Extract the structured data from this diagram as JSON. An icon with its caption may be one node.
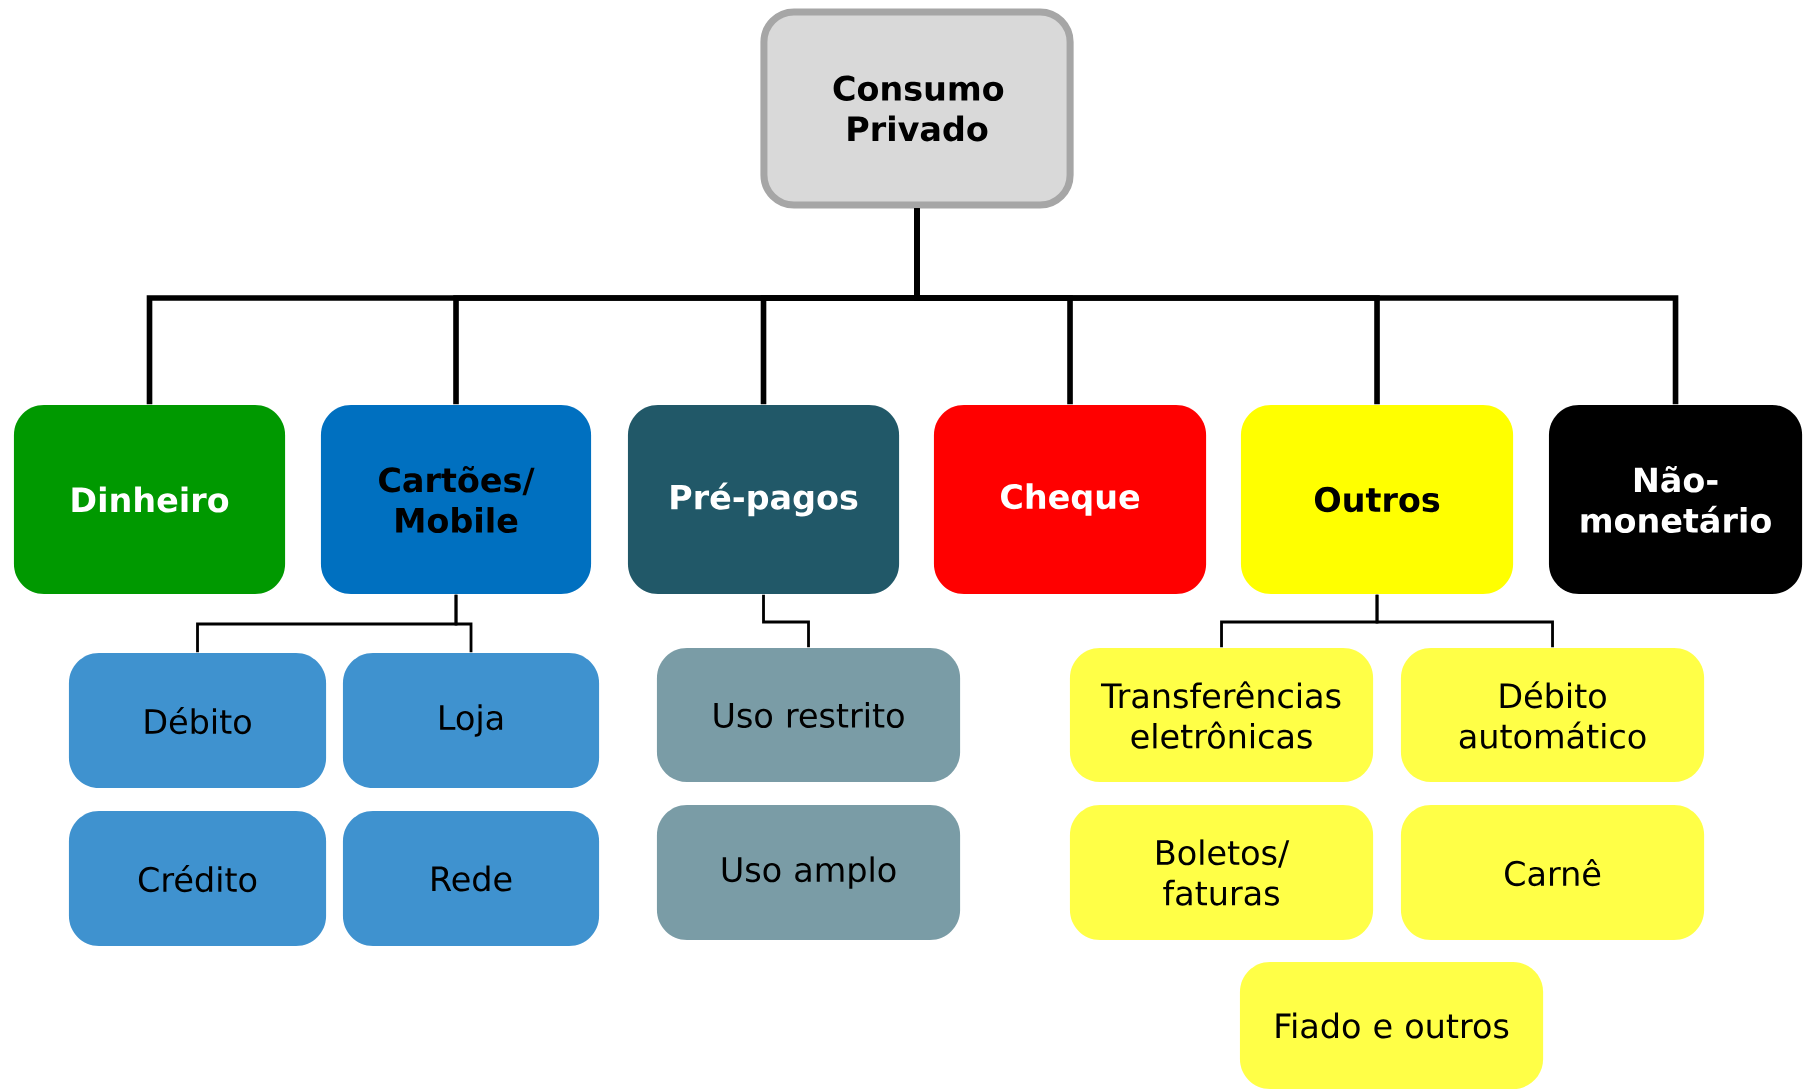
{
  "diagram": {
    "nodes": [
      {
        "text": [
          "Consumo Privado"
        ]
      },
      {
        "text": [
          "Dinheiro"
        ]
      },
      {
        "text": [
          "Cartões/ Mobile"
        ]
      },
      {
        "text": [
          "Pré-pagos"
        ]
      },
      {
        "text": [
          "Cheque"
        ]
      },
      {
        "text": [
          "Outros"
        ]
      },
      {
        "text": [
          "Não- monetário"
        ]
      },
      {
        "text": [
          "Débito"
        ]
      },
      {
        "text": [
          "Loja"
        ]
      },
      {
        "text": [
          "Crédito"
        ]
      },
      {
        "text": [
          "Rede"
        ]
      },
      {
        "text": [
          "Uso restrito"
        ]
      },
      {
        "text": [
          "Uso amplo"
        ]
      },
      {
        "text": [
          "Transferências eletrônicas"
        ]
      },
      {
        "text": [
          "Débito automático"
        ]
      },
      {
        "text": [
          "Boletos/ faturas"
        ]
      },
      {
        "text": [
          "Carnê"
        ]
      },
      {
        "text": [
          "Fiado e outros"
        ]
      }
    ],
    "edges": [
      {
        "from": 0,
        "to": 1,
        "arrow": "none"
      },
      {
        "from": 0,
        "to": 2,
        "arrow": "none"
      },
      {
        "from": 0,
        "to": 3,
        "arrow": "none"
      },
      {
        "from": 0,
        "to": 4,
        "arrow": "none"
      },
      {
        "from": 0,
        "to": 5,
        "arrow": "none"
      },
      {
        "from": 0,
        "to": 6,
        "arrow": "none"
      },
      {
        "from": 2,
        "to": 7,
        "arrow": "none"
      },
      {
        "from": 2,
        "to": 8,
        "arrow": "none"
      },
      {
        "from": 3,
        "to": 11,
        "arrow": "none"
      },
      {
        "from": 5,
        "to": 13,
        "arrow": "none"
      },
      {
        "from": 5,
        "to": 14,
        "arrow": "none"
      }
    ]
  }
}
